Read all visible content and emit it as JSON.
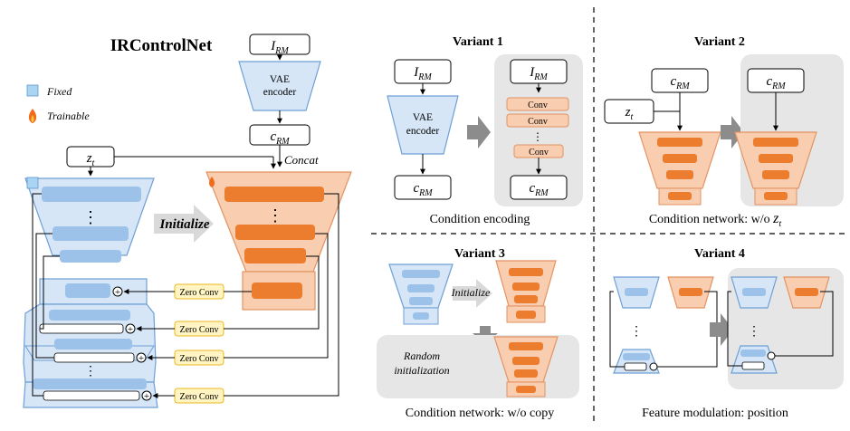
{
  "main": {
    "title": "IRControlNet",
    "legend": {
      "fixed": "Fixed",
      "trainable": "Trainable"
    },
    "input_image": {
      "base": "I",
      "sub": "RM"
    },
    "vae": {
      "line1": "VAE",
      "line2": "encoder"
    },
    "condition": {
      "base": "c",
      "sub": "RM"
    },
    "latent": {
      "base": "z",
      "sub": "t"
    },
    "concat_label": "Concat",
    "initialize_label": "Initialize",
    "zero_conv_label": "Zero Conv",
    "ellipsis": "⋮"
  },
  "variant1": {
    "title": "Variant 1",
    "input": {
      "base": "I",
      "sub": "RM"
    },
    "vae": {
      "line1": "VAE",
      "line2": "encoder"
    },
    "output": {
      "base": "c",
      "sub": "RM"
    },
    "conv_label": "Conv",
    "caption": "Condition encoding"
  },
  "variant2": {
    "title": "Variant 2",
    "condition": {
      "base": "c",
      "sub": "RM"
    },
    "latent": {
      "base": "z",
      "sub": "t"
    },
    "caption_prefix": "Condition network: w/o ",
    "caption_var": {
      "base": "z",
      "sub": "t"
    }
  },
  "variant3": {
    "title": "Variant 3",
    "initialize_label": "Initialize",
    "random_line1": "Random",
    "random_line2": "initialization",
    "caption": "Condition network: w/o copy"
  },
  "variant4": {
    "title": "Variant 4",
    "caption": "Feature modulation: position"
  },
  "colors": {
    "blue_fill": "#d6e6f7",
    "blue_stroke": "#6e9fd6",
    "blue_block": "#9cc2ea",
    "orange_fill": "#f8cdb0",
    "orange_stroke": "#e39361",
    "orange_block": "#ec7d2e",
    "zero_conv_fill": "#fff4c2",
    "zero_conv_stroke": "#e8b923",
    "gray_panel": "#e6e6e6",
    "arrow_gray": "#8c8c8c"
  }
}
